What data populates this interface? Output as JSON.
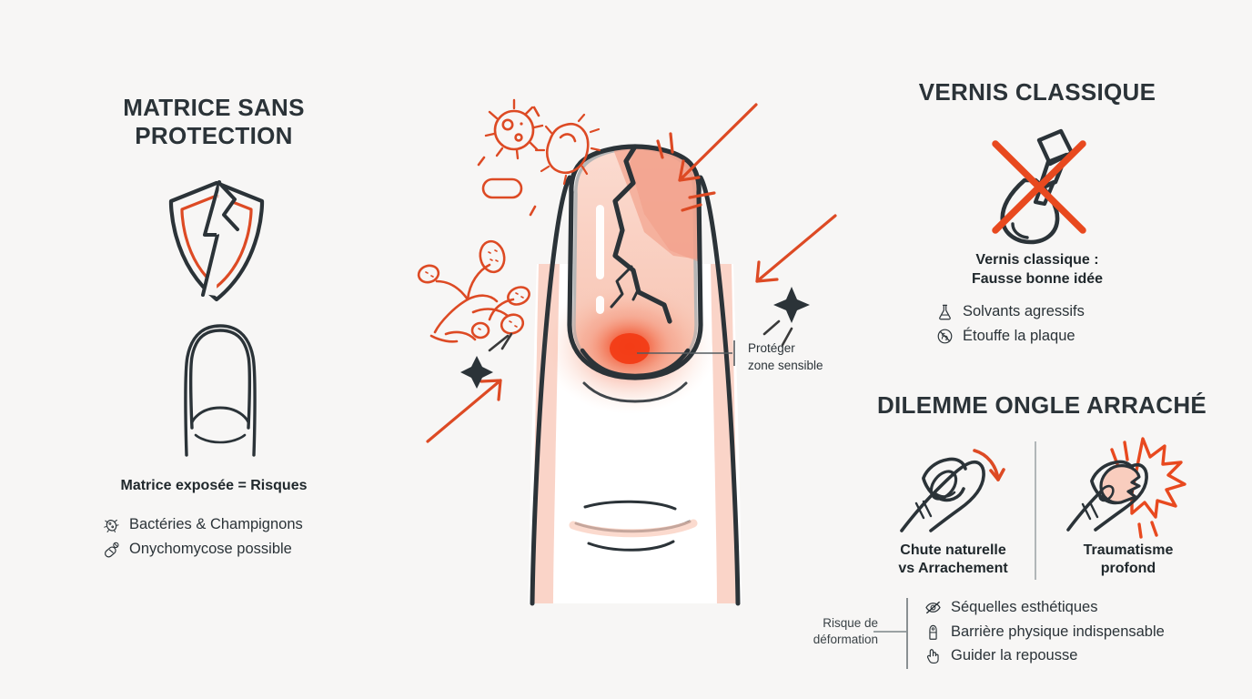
{
  "theme": {
    "background": "#f7f6f5",
    "ink": "#2b3338",
    "orange": "#dd4a24",
    "orange_bright": "#e8491f",
    "nail_pink": "#f8cdbe",
    "nail_pink_light": "#fbe0d6",
    "hotspot_red": "#f04a2a",
    "grey_line": "#9aa0a3"
  },
  "left_column": {
    "title": "MATRICE SANS\nPROTECTION",
    "title_line1": "MATRICE SANS",
    "title_line2": "PROTECTION",
    "shield_icon": "broken-shield-icon",
    "nail_icon": "bare-nail-icon",
    "subhead": "Matrice exposée = Risques",
    "bullets": [
      {
        "icon": "bacteria-icon",
        "label": "Bactéries & Champignons"
      },
      {
        "icon": "capsule-icon",
        "label": "Onychomycose possible"
      }
    ]
  },
  "center": {
    "illustration": "cracked-nail-on-finger",
    "germs_icon": "bacteria-cluster-icon",
    "fungus_icon": "fungus-branch-icon",
    "impact_arrows": 3,
    "callout": {
      "line1": "Protéger",
      "line2": "zone sensible"
    }
  },
  "right_column": {
    "section_polish": {
      "title": "VERNIS CLASSIQUE",
      "icon": "nail-polish-bottle-crossed-out-icon",
      "subhead_line1": "Vernis classique :",
      "subhead_line2": "Fausse bonne idée",
      "bullets": [
        {
          "icon": "flask-icon",
          "label": "Solvants agressifs"
        },
        {
          "icon": "no-breathe-icon",
          "label": "Étouffe la plaque"
        }
      ]
    },
    "section_dilemma": {
      "title": "DILEMME ONGLE ARRACHÉ",
      "cards": [
        {
          "icon": "finger-nail-falling-icon",
          "caption_line1": "Chute naturelle",
          "caption_line2": "vs Arrachement"
        },
        {
          "icon": "finger-nail-trauma-icon",
          "caption_line1": "Traumatisme",
          "caption_line2": "profond"
        }
      ],
      "risk_note_line1": "Risque de",
      "risk_note_line2": "déformation",
      "bullets": [
        {
          "icon": "no-eye-icon",
          "label": "Séquelles esthétiques"
        },
        {
          "icon": "barrier-icon",
          "label": "Barrière physique indispensable"
        },
        {
          "icon": "hand-guide-icon",
          "label": "Guider la repousse"
        }
      ]
    }
  }
}
